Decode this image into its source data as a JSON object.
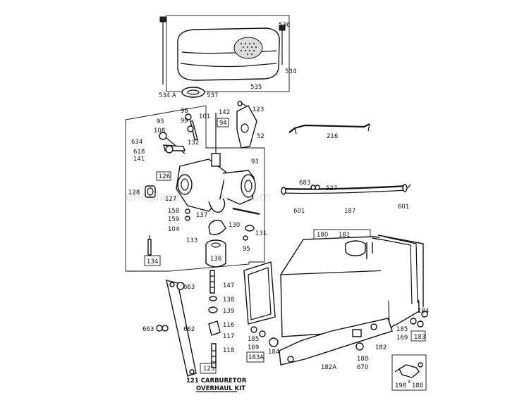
{
  "watermark": "eReplacementParts.com",
  "parts": {
    "p536": "536",
    "p534": "534",
    "p534a": "534 A",
    "p535": "535",
    "p537": "537",
    "p98": "98",
    "p99": "99",
    "p101": "101",
    "p142": "142",
    "p123": "123",
    "p52": "52",
    "p95a": "95",
    "p108": "108",
    "p132": "132",
    "p94": "94",
    "p634": "634",
    "p618": "618",
    "p141": "141",
    "p126": "126",
    "p93": "93",
    "p127": "127",
    "p128": "128",
    "p158": "158",
    "p159": "159",
    "p137": "137",
    "p104": "104",
    "p130": "130",
    "p131": "131",
    "p133": "133",
    "p95b": "95",
    "p134": "134",
    "p136": "136",
    "p216": "216",
    "p683": "683",
    "p527": "527",
    "p601a": "601",
    "p187": "187",
    "p601b": "601",
    "p180": "180",
    "p181": "181",
    "p663a": "663",
    "p147": "147",
    "p138": "138",
    "p139": "139",
    "p116": "116",
    "p117": "117",
    "p663b": "663",
    "p662": "662",
    "p118": "118",
    "p125": "125",
    "p185a": "185",
    "p169a": "169",
    "p184a": "184",
    "p183a": "183A",
    "p182": "182",
    "p188": "188",
    "p670": "670",
    "p182a": "182A",
    "p184b": "184",
    "p185b": "185",
    "p169b": "169",
    "p183": "183",
    "p198": "198",
    "p186": "186"
  },
  "kit": {
    "line1": "121 CARBURETOR",
    "line2": "OVERHAUL KIT"
  }
}
